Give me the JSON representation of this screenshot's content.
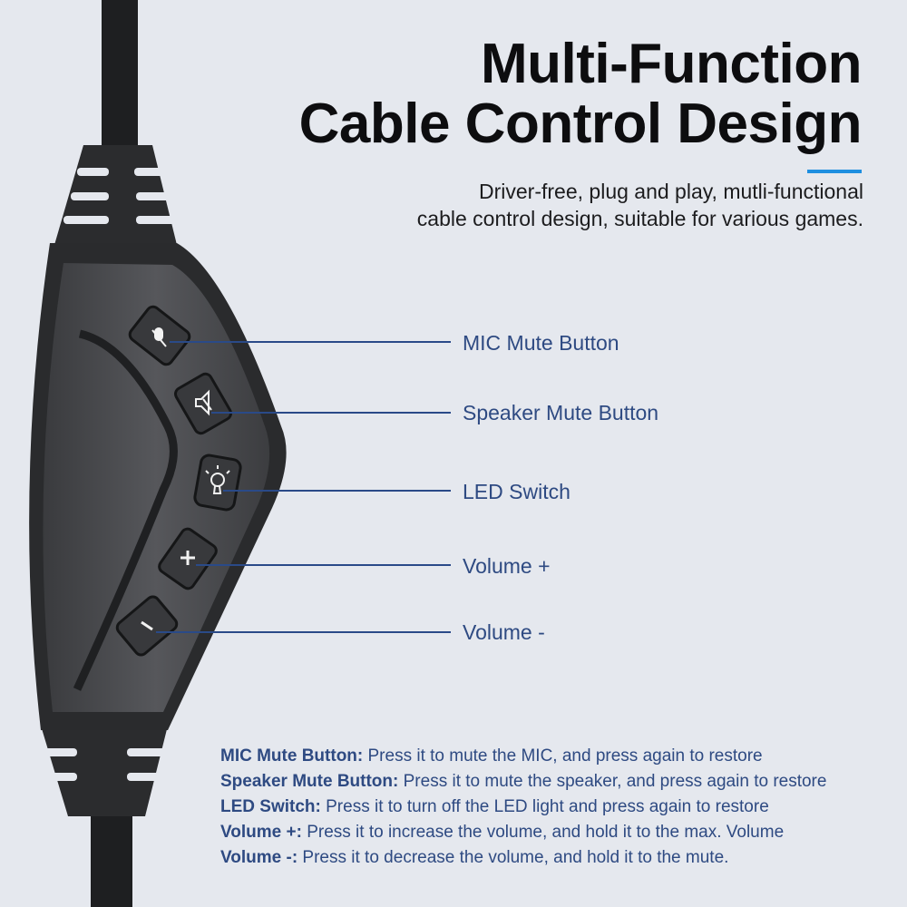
{
  "title": {
    "line1": "Multi-Function",
    "line2": "Cable Control Design"
  },
  "subtitle": {
    "line1": "Driver-free, plug and play, mutli-functional",
    "line2": "cable control design, suitable for various games."
  },
  "accent_color": "#1e8fe0",
  "buttons": [
    {
      "label": "MIC Mute Button",
      "icon": "mic-mute-icon"
    },
    {
      "label": "Speaker Mute Button",
      "icon": "speaker-mute-icon"
    },
    {
      "label": "LED Switch",
      "icon": "light-bulb-icon"
    },
    {
      "label": "Volume +",
      "icon": "plus-icon"
    },
    {
      "label": "Volume -",
      "icon": "minus-icon"
    }
  ],
  "descriptions": [
    {
      "term": "MIC Mute Button:",
      "text": " Press it to mute the MIC, and press again to restore"
    },
    {
      "term": "Speaker Mute Button:",
      "text": " Press it to mute the speaker, and press again to restore"
    },
    {
      "term": "LED Switch:",
      "text": " Press it to turn off the LED light and press again to restore"
    },
    {
      "term": "Volume +:",
      "text": " Press it to increase the volume, and hold it to the max. Volume"
    },
    {
      "term": "Volume -:",
      "text": " Press it to decrease the volume, and hold it to the mute."
    }
  ]
}
